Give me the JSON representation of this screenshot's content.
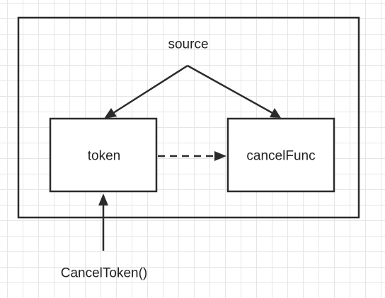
{
  "diagram": {
    "nodes": {
      "source": {
        "label": "source"
      },
      "token": {
        "label": "token"
      },
      "cancel_func": {
        "label": "cancelFunc"
      },
      "cancel_token_call": {
        "label": "CancelToken()"
      }
    },
    "edges": [
      {
        "from": "source",
        "to": "token",
        "style": "solid"
      },
      {
        "from": "source",
        "to": "cancelFunc",
        "style": "solid"
      },
      {
        "from": "token",
        "to": "cancelFunc",
        "style": "dashed"
      },
      {
        "from": "CancelToken()",
        "to": "token",
        "style": "solid"
      }
    ],
    "colors": {
      "stroke": "#2b2b2b",
      "text": "#222222",
      "grid": "#e6e6e6",
      "background": "#ffffff"
    }
  }
}
